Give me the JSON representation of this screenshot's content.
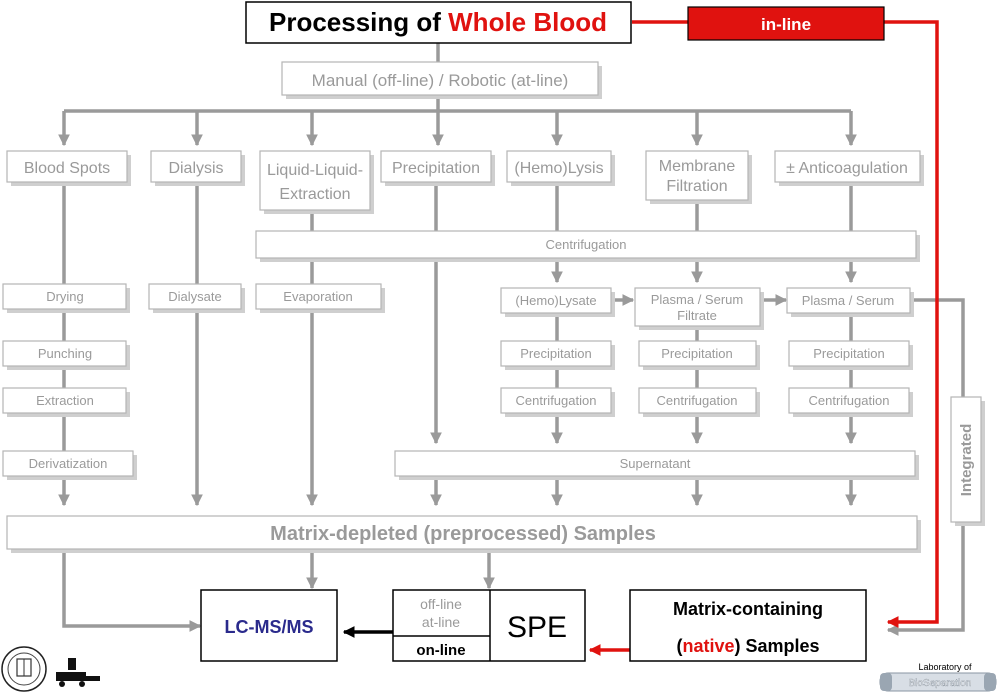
{
  "title": {
    "prefix": "Processing of ",
    "highlight": "Whole Blood"
  },
  "inline_label": "in-line",
  "manual_label": "Manual (off-line) / Robotic (at-line)",
  "methods": {
    "blood_spots": "Blood Spots",
    "dialysis": "Dialysis",
    "lle": [
      "Liquid-Liquid-",
      "Extraction"
    ],
    "precipitation": "Precipitation",
    "hemolysis": "(Hemo)Lysis",
    "membrane": [
      "Membrane",
      "Filtration"
    ],
    "anticoag": "± Anticoagulation"
  },
  "centrifugation_label": "Centrifugation",
  "blood_spot_steps": [
    "Drying",
    "Punching",
    "Extraction",
    "Derivatization"
  ],
  "dialysate": "Dialysate",
  "evaporation": "Evaporation",
  "hemolysate": "(Hemo)Lysate",
  "plasma_filtrate": [
    "Plasma / Serum",
    "Filtrate"
  ],
  "plasma_serum": "Plasma / Serum",
  "sub_precipitation": "Precipitation",
  "sub_centrifugation": "Centrifugation",
  "supernatant": "Supernatant",
  "integrated": "Integrated",
  "matrix_depleted": "Matrix-depleted (preprocessed) Samples",
  "lcms": "LC-MS/MS",
  "spe": {
    "offline": "off-line",
    "atline": "at-line",
    "online": "on-line",
    "label": "SPE"
  },
  "matrix_containing": {
    "line1": "Matrix-containing",
    "open": "(",
    "native": "native",
    "close": ") Samples"
  },
  "lab": {
    "line1": "Laboratory of",
    "line2": "BioSeparation"
  },
  "colors": {
    "red": "#e0120f",
    "gray": "#9a9a9a",
    "navy": "#2a2a8c"
  }
}
